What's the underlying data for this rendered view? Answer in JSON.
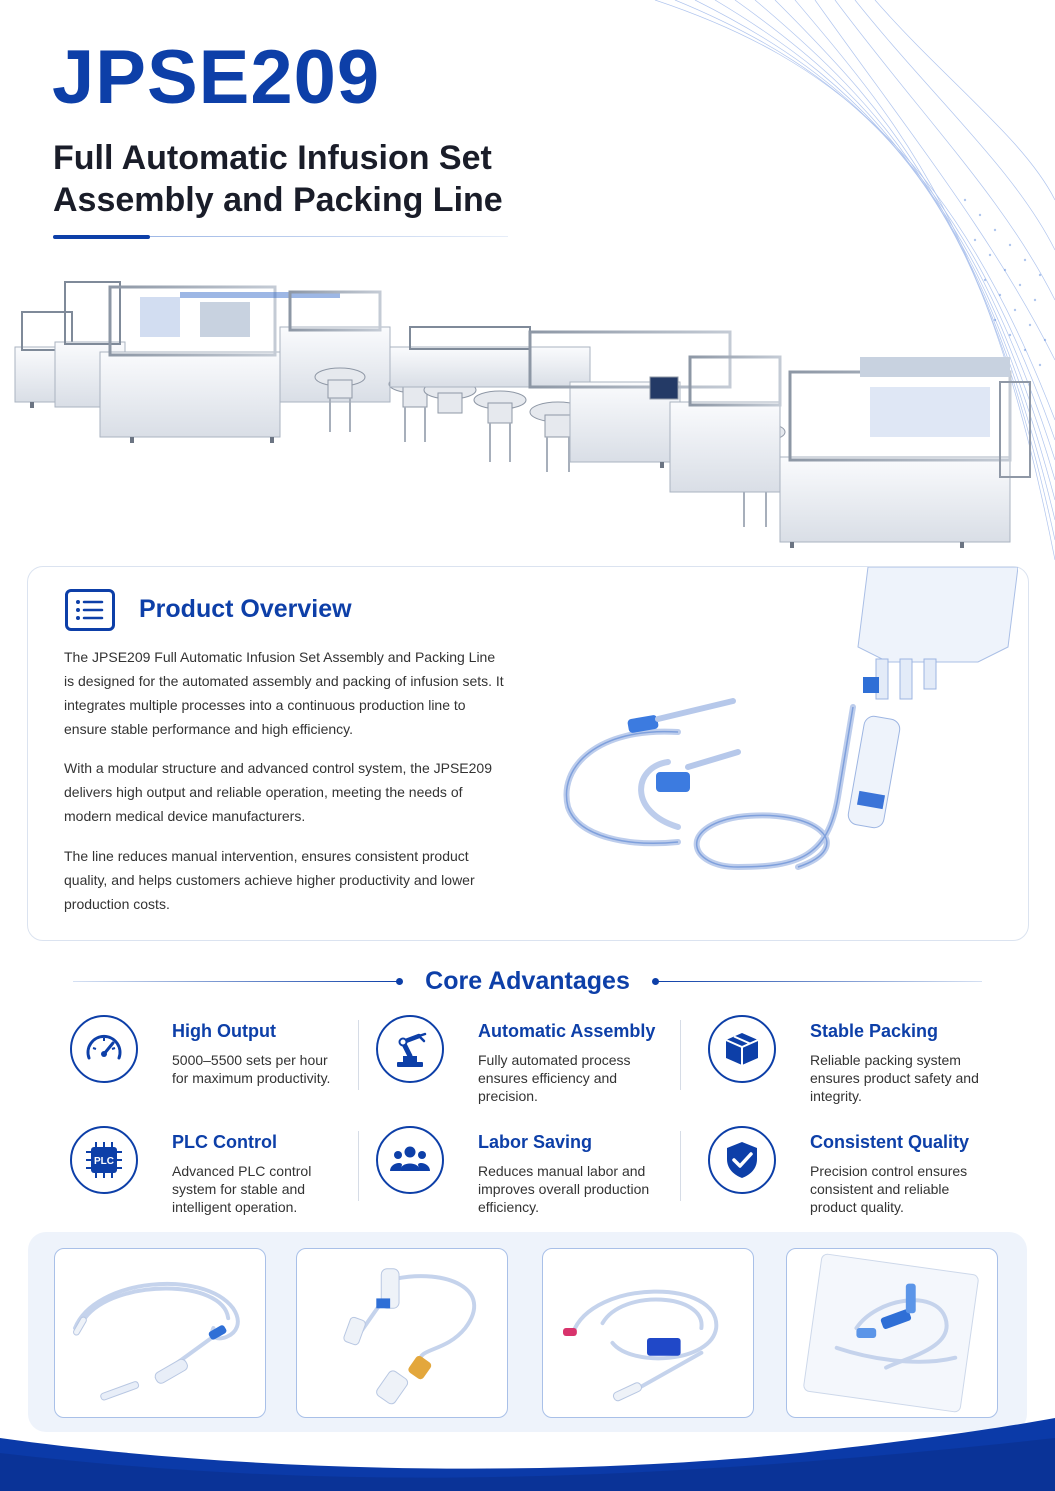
{
  "header": {
    "model": "JPSE209",
    "subtitle_line1": "Full Automatic Infusion Set",
    "subtitle_line2": "Assembly and Packing Line"
  },
  "overview": {
    "icon": "list-document-icon",
    "title": "Product Overview",
    "paragraphs": [
      "The JPSE209 Full Automatic Infusion Set Assembly and Packing Line is designed for the automated assembly and packing of infusion sets. It integrates multiple processes into a continuous production line to ensure stable performance and high efficiency.",
      "With a modular structure and advanced control system, the JPSE209 delivers high output and reliable operation, meeting the needs of modern medical device manufacturers.",
      "The line reduces manual intervention, ensures consistent product quality, and helps customers achieve higher productivity and lower production costs."
    ]
  },
  "advantages": {
    "title": "Core Advantages",
    "items": [
      {
        "icon": "speedometer-icon",
        "title": "High Output",
        "desc": "5000–5500 sets per hour for maximum productivity."
      },
      {
        "icon": "robot-arm-icon",
        "title": "Automatic Assembly",
        "desc": "Fully automated process ensures efficiency and precision."
      },
      {
        "icon": "box-icon",
        "title": "Stable Packing",
        "desc": "Reliable packing system ensures product safety and integrity."
      },
      {
        "icon": "plc-chip-icon",
        "title": "PLC Control",
        "desc": "Advanced PLC control system for stable and intelligent operation."
      },
      {
        "icon": "people-icon",
        "title": "Labor Saving",
        "desc": "Reduces manual labor and improves overall production efficiency."
      },
      {
        "icon": "shield-check-icon",
        "title": "Consistent Quality",
        "desc": "Precision control ensures consistent and reliable product quality."
      }
    ],
    "plc_label": "PLC"
  },
  "colors": {
    "brand": "#0d3fa8",
    "accent_light": "#eef3fb",
    "footer": "#0b3aa8"
  }
}
